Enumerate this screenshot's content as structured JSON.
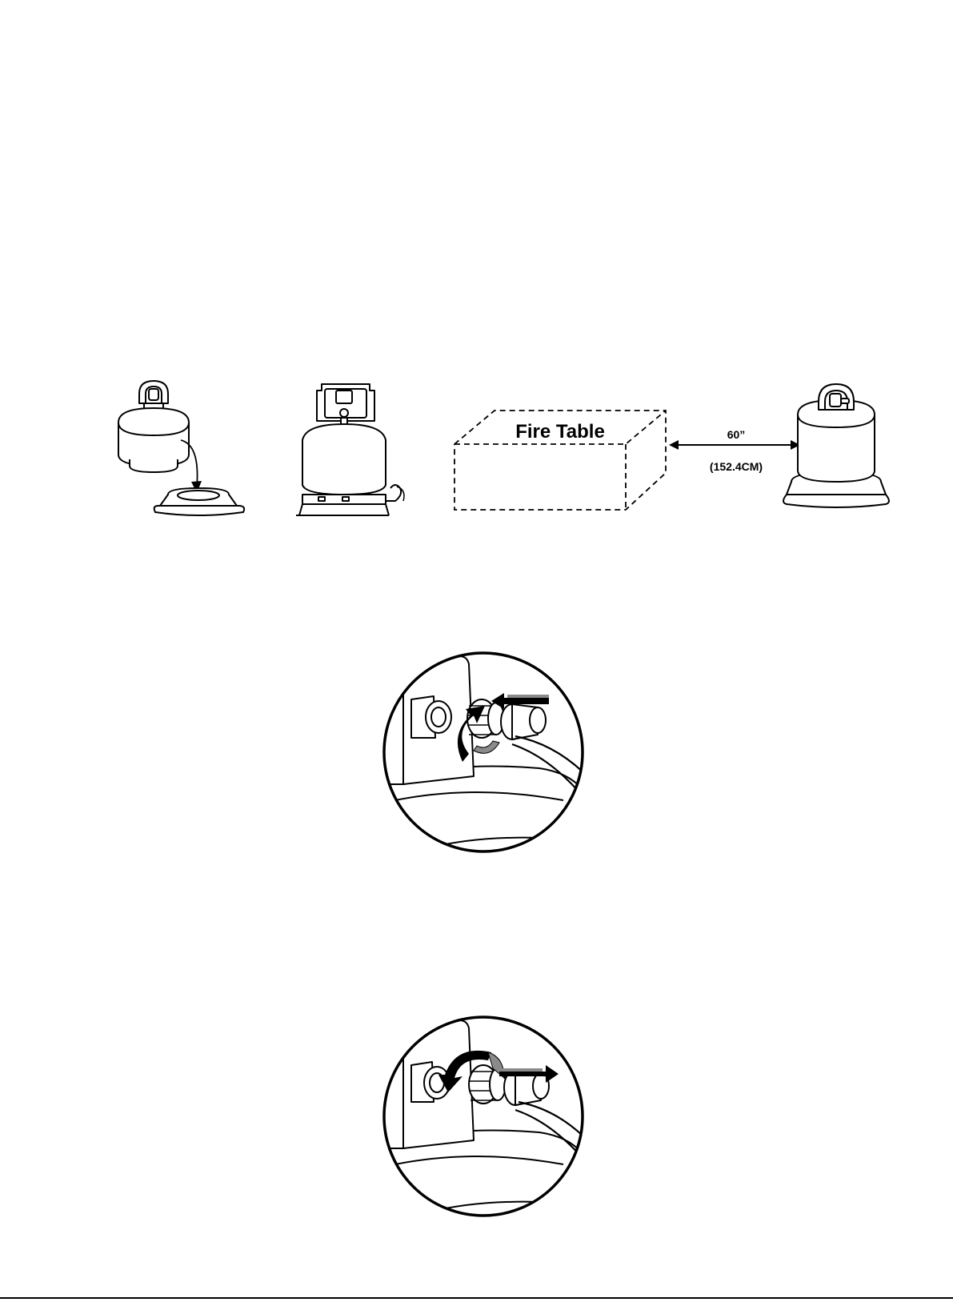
{
  "diagram": {
    "fire_table_label": "Fire Table",
    "distance_inches": "60”",
    "distance_cm": "(152.4CM)"
  },
  "colors": {
    "ink": "#000000",
    "paper": "#ffffff",
    "arrow_gray": "#8a8a8a"
  }
}
